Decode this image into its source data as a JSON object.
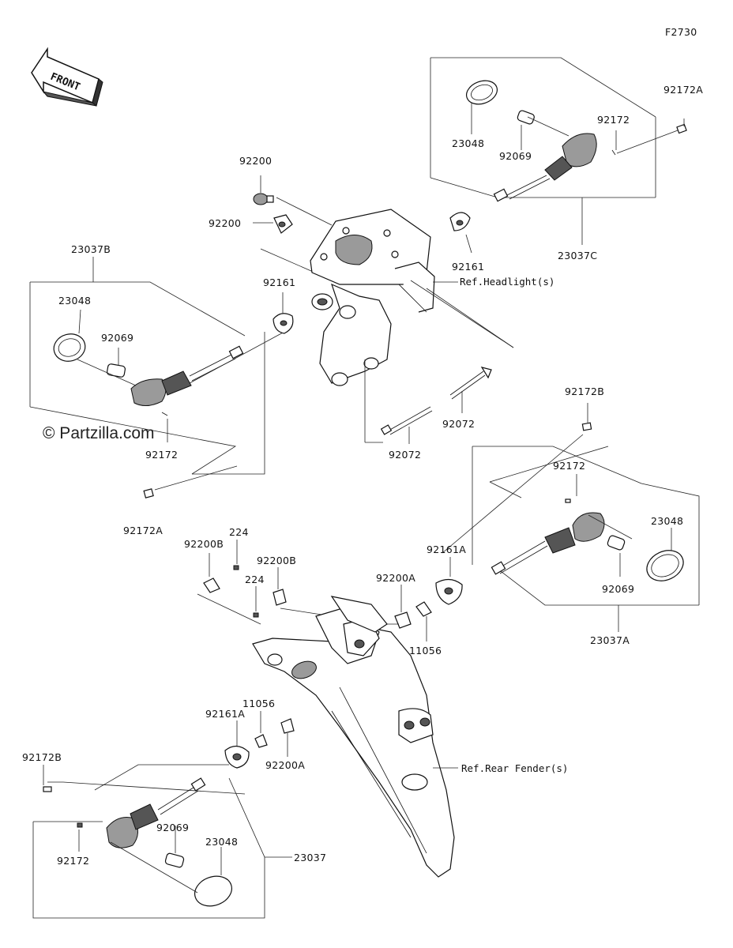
{
  "figure_code": "F2730",
  "front_label": "FRONT",
  "watermark": "© Partzilla.com",
  "labels": {
    "l92172A_top": "92172A",
    "l23048_tr": "23048",
    "l92172_tr": "92172",
    "l92069_tr": "92069",
    "l23037C": "23037C",
    "l92200_a": "92200",
    "l92200_b": "92200",
    "l92161_r": "92161",
    "l92161_c": "92161",
    "l23037B": "23037B",
    "l23048_tl": "23048",
    "l92069_tl": "92069",
    "l92172_tl": "92172",
    "l92172A_l": "92172A",
    "l92072_r": "92072",
    "l92072_c": "92072",
    "l92172B_r": "92172B",
    "l92172_mr": "92172",
    "l23048_mr": "23048",
    "l92161A_r": "92161A",
    "l92069_mr": "92069",
    "l23037A": "23037A",
    "l92200B_a": "92200B",
    "l224_a": "224",
    "l92200B_b": "92200B",
    "l224_b": "224",
    "l92200A_r": "92200A",
    "l11056_r": "11056",
    "l11056_l": "11056",
    "l92161A_l": "92161A",
    "l92200A_l": "92200A",
    "l92172B_l": "92172B",
    "l92172_bl": "92172",
    "l92069_bl": "92069",
    "l23048_bl": "23048",
    "l23037": "23037"
  },
  "refs": {
    "headlight": "Ref.Headlight(s)",
    "rear_fender": "Ref.Rear Fender(s)"
  }
}
